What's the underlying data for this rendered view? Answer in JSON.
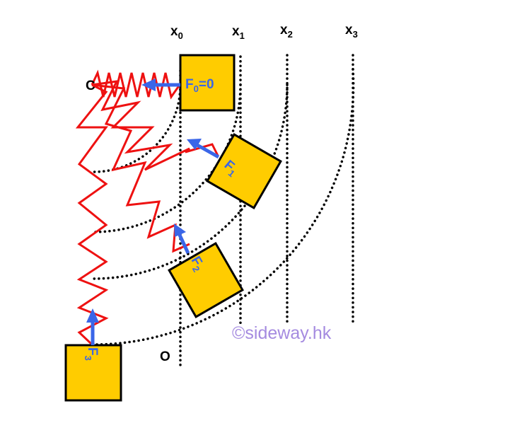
{
  "diagram": {
    "positions": [
      {
        "letter": "x",
        "sub": "0"
      },
      {
        "letter": "x",
        "sub": "1"
      },
      {
        "letter": "x",
        "sub": "2"
      },
      {
        "letter": "x",
        "sub": "3"
      }
    ],
    "origin_label": "O",
    "pivot_label": "C",
    "forces": [
      {
        "letter": "F",
        "sub": "0",
        "suffix": "=0"
      },
      {
        "letter": "F",
        "sub": "1",
        "suffix": ""
      },
      {
        "letter": "F",
        "sub": "2",
        "suffix": ""
      },
      {
        "letter": "F",
        "sub": "3",
        "suffix": ""
      }
    ],
    "watermark": "©sideway.hk"
  },
  "colors": {
    "spring": "#ee1111",
    "force_arrow": "#3a66e8",
    "block_fill": "#ffcc00",
    "block_stroke": "#000000",
    "dots": "#000000",
    "watermark": "#a58be0"
  }
}
